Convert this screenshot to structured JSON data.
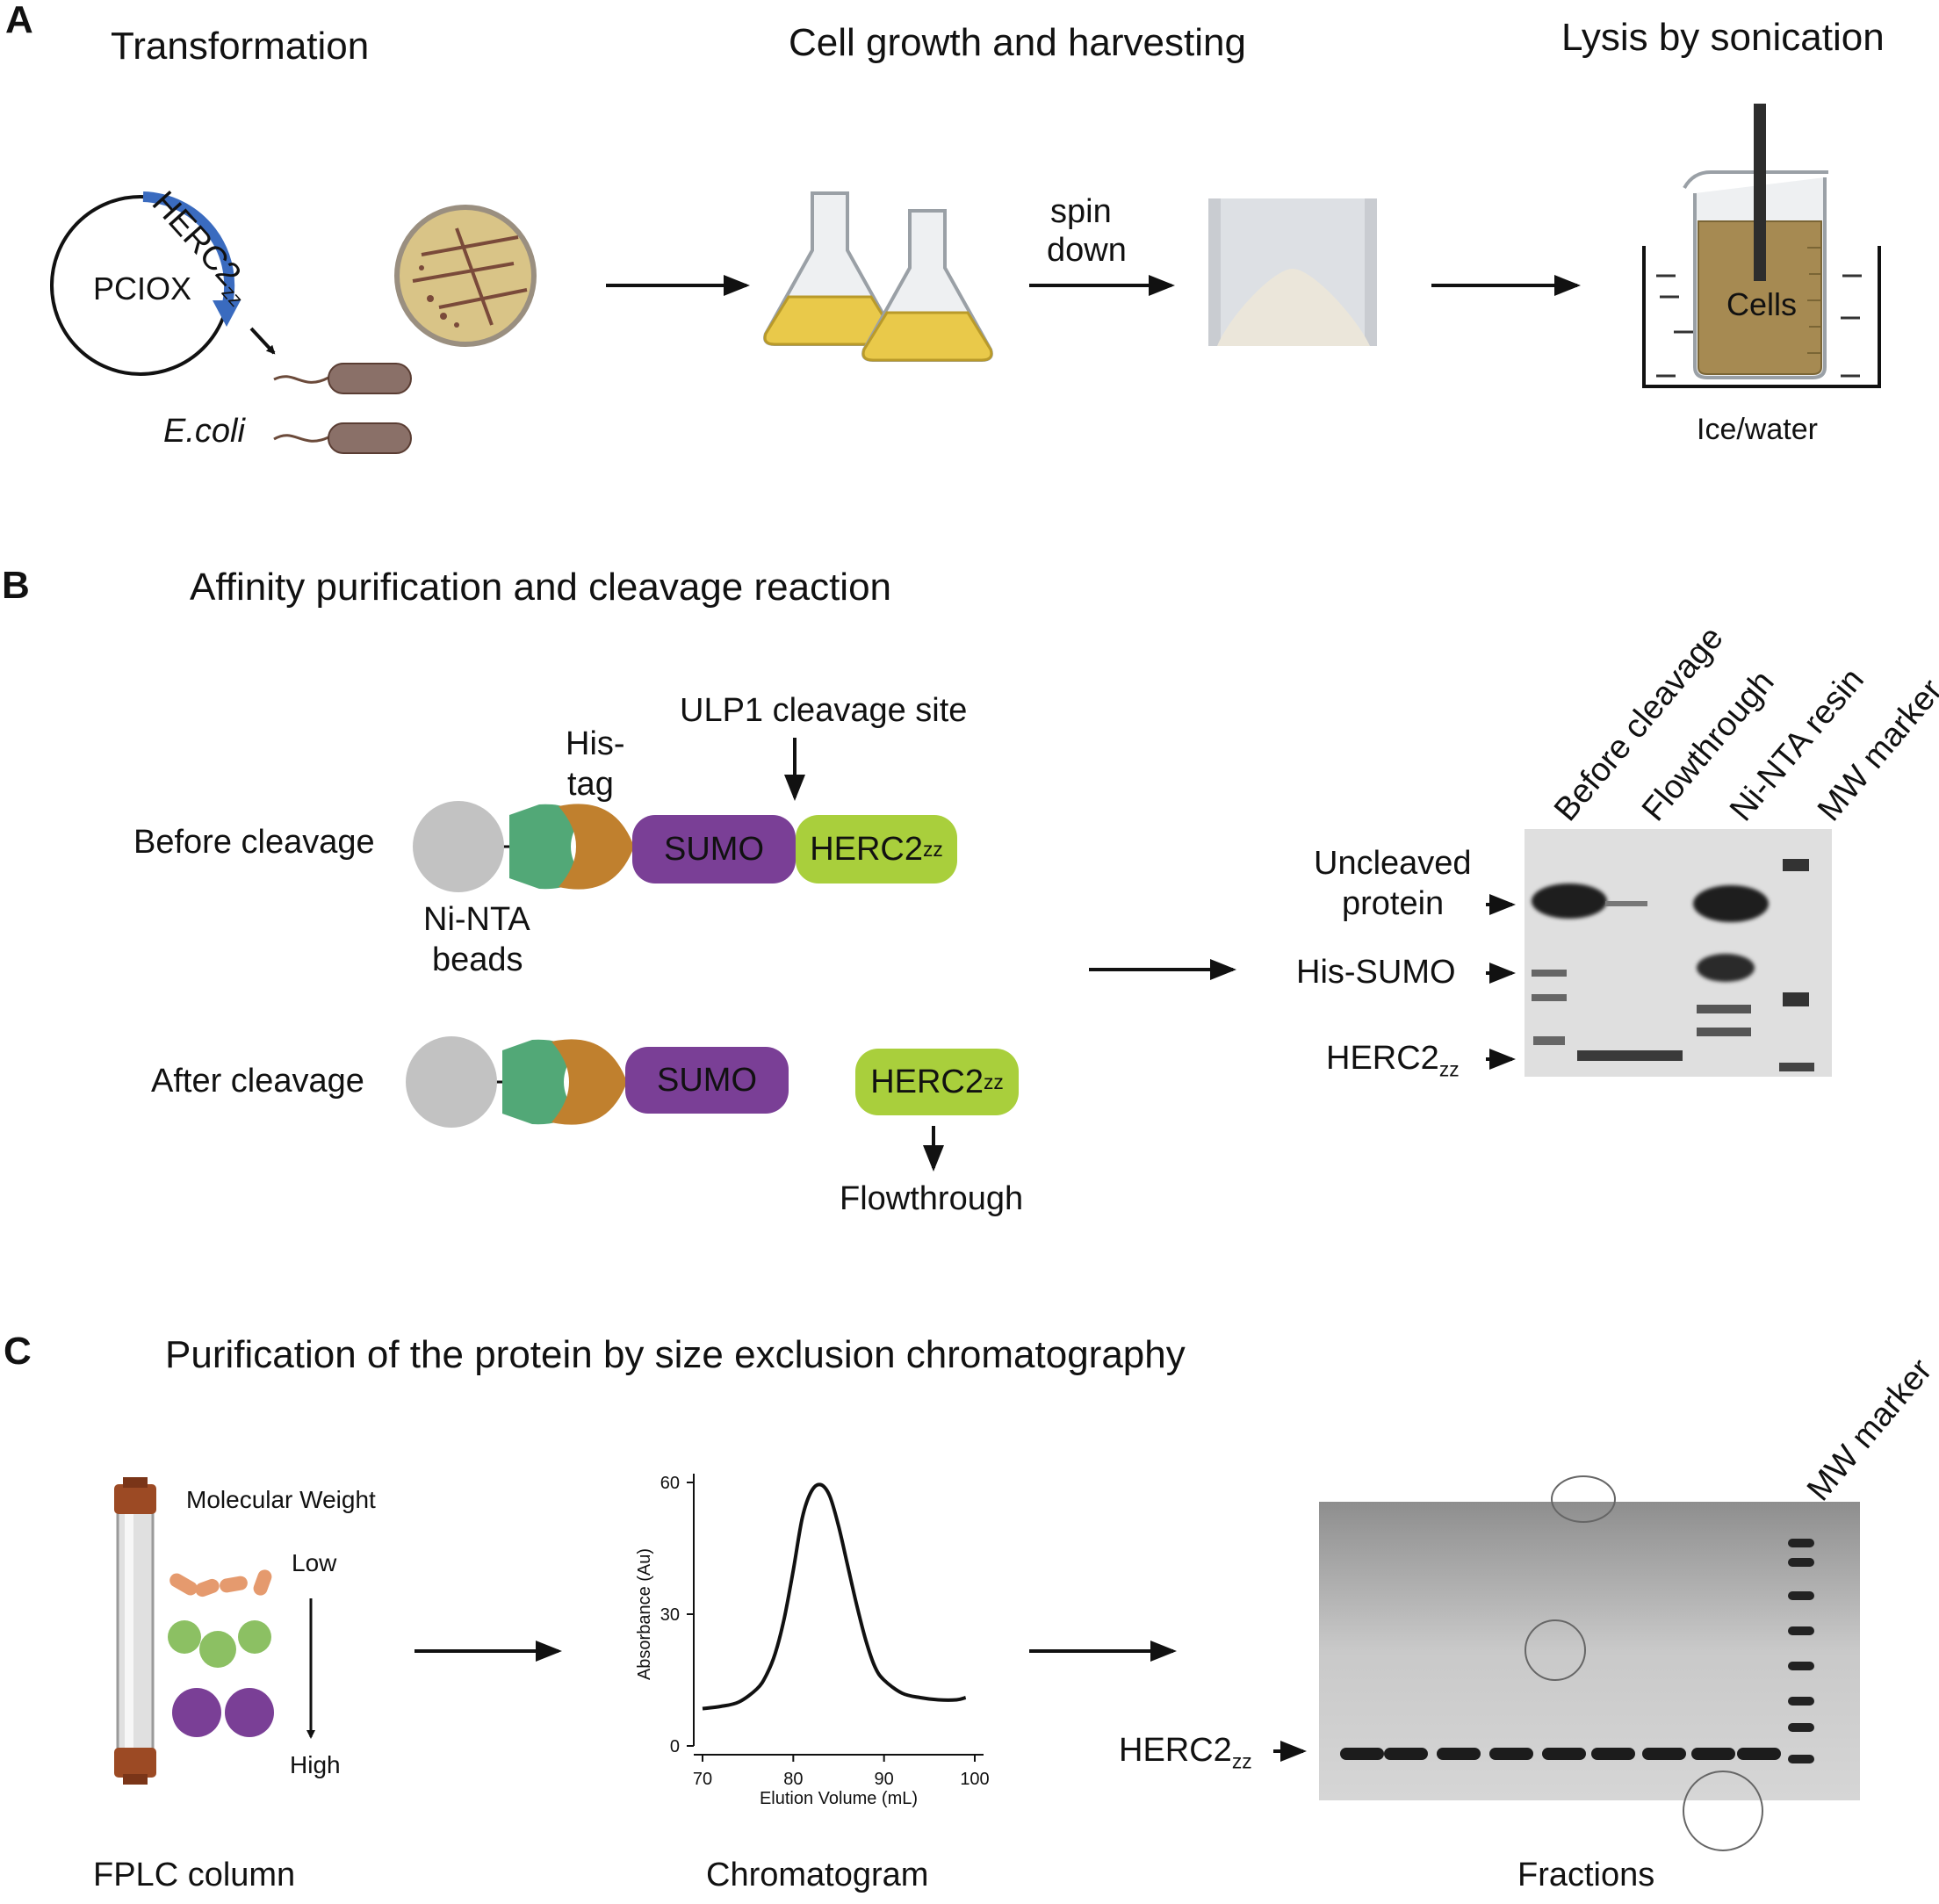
{
  "panels": {
    "a": {
      "label": "A",
      "steps": [
        "Transformation",
        "Cell growth and harvesting",
        "Lysis by sonication"
      ],
      "plasmid": "PCIOX",
      "gene_main": "HERC2",
      "gene_sub": "ZZ",
      "organism": "E.coli",
      "spin_1": "spin",
      "spin_2": "down",
      "cells": "Cells",
      "ice": "Ice/water"
    },
    "b": {
      "label": "B",
      "title": "Affinity purification and cleavage reaction",
      "before": "Before cleavage",
      "after": "After cleavage",
      "beads_1": "Ni-NTA",
      "beads_2": "beads",
      "histag_1": "His-",
      "histag_2": "tag",
      "ulp1": "ULP1 cleavage site",
      "sumo": "SUMO",
      "herc_main": "HERC2",
      "herc_sub": "ZZ",
      "flowthrough": "Flowthrough",
      "lanes": [
        "Before cleavage",
        "Flowthrough",
        "Ni-NTA resin",
        "MW marker"
      ],
      "bands": {
        "uncleaved_1": "Uncleaved",
        "uncleaved_2": "protein",
        "his_sumo": "His-SUMO",
        "herc_main": "HERC2",
        "herc_sub": "ZZ"
      }
    },
    "c": {
      "label": "C",
      "title": "Purification of the protein by size exclusion chromatography",
      "mw_heading": "Molecular Weight",
      "low": "Low",
      "high": "High",
      "captions": [
        "FPLC column",
        "Chromatogram",
        "Fractions"
      ],
      "gel_marker": "MW marker",
      "herc_main": "HERC2",
      "herc_sub": "ZZ"
    }
  },
  "chart_data": {
    "type": "line",
    "title": "",
    "xlabel": "Elution Volume (mL)",
    "ylabel": "Absorbance (Au)",
    "xlim": [
      70,
      100
    ],
    "ylim": [
      0,
      60
    ],
    "xticks": [
      70,
      80,
      90,
      100
    ],
    "yticks": [
      0,
      30,
      60
    ],
    "grid": false,
    "series": [
      {
        "x": [
          70,
          72,
          74,
          76,
          77,
          78,
          79,
          80,
          81,
          82,
          83,
          84,
          85,
          86,
          87,
          88,
          89,
          90,
          92,
          94,
          96,
          98,
          99
        ],
        "y": [
          8.5,
          9,
          10,
          13,
          16,
          21,
          29,
          40,
          52,
          58,
          59.5,
          57,
          50,
          41,
          32,
          24,
          18,
          15,
          12,
          11,
          10.5,
          10.5,
          11
        ]
      }
    ]
  }
}
